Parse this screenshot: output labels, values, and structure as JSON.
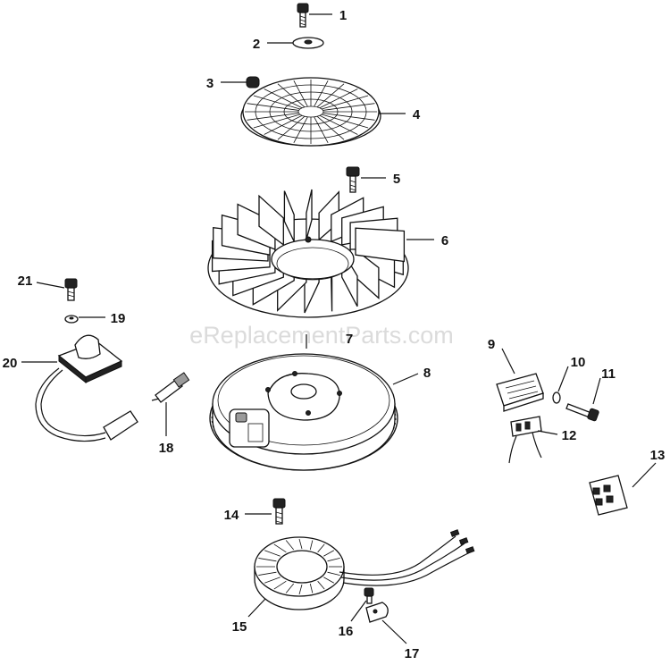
{
  "watermark": "eReplacementParts.com",
  "callouts": [
    {
      "num": "1"
    },
    {
      "num": "2"
    },
    {
      "num": "3"
    },
    {
      "num": "4"
    },
    {
      "num": "5"
    },
    {
      "num": "6"
    },
    {
      "num": "7"
    },
    {
      "num": "8"
    },
    {
      "num": "9"
    },
    {
      "num": "10"
    },
    {
      "num": "11"
    },
    {
      "num": "12"
    },
    {
      "num": "13"
    },
    {
      "num": "14"
    },
    {
      "num": "15"
    },
    {
      "num": "16"
    },
    {
      "num": "17"
    },
    {
      "num": "18"
    },
    {
      "num": "19"
    },
    {
      "num": "20"
    },
    {
      "num": "21"
    }
  ]
}
